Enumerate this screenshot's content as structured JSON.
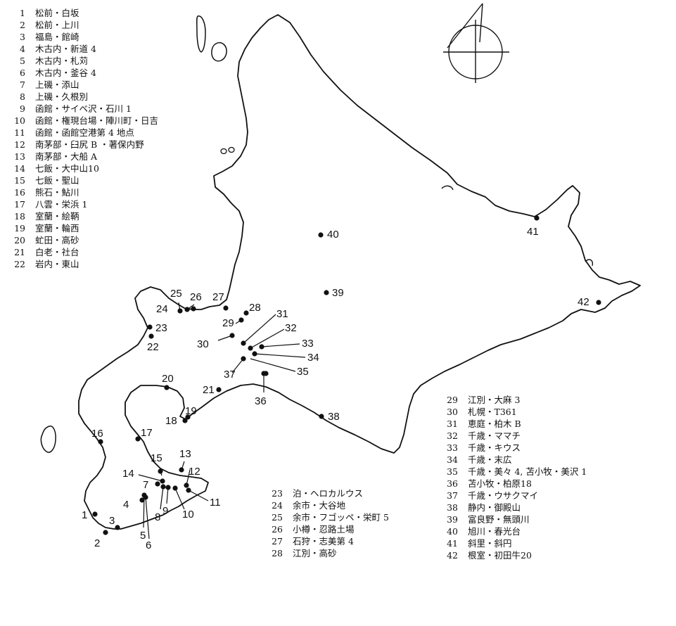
{
  "legend": {
    "column_a": [
      {
        "num": "1",
        "text": "松前・白坂"
      },
      {
        "num": "2",
        "text": "松前・上川"
      },
      {
        "num": "3",
        "text": "福島・館崎"
      },
      {
        "num": "4",
        "text": "木古内・新道 4"
      },
      {
        "num": "5",
        "text": "木古内・札苅"
      },
      {
        "num": "6",
        "text": "木古内・釜谷 4"
      },
      {
        "num": "7",
        "text": "上磯・添山"
      },
      {
        "num": "8",
        "text": "上磯・久根別"
      },
      {
        "num": "9",
        "text": "函館・サイベ沢・石川 1"
      },
      {
        "num": "10",
        "text": "函館・権現台場・陣川町・日吉"
      },
      {
        "num": "11",
        "text": "函館・函館空港第 4 地点"
      },
      {
        "num": "12",
        "text": "南茅部・臼尻 B ・著保内野"
      },
      {
        "num": "13",
        "text": "南茅部・大船 A"
      },
      {
        "num": "14",
        "text": "七飯・大中山10"
      },
      {
        "num": "15",
        "text": "七飯・聖山"
      },
      {
        "num": "16",
        "text": "熊石・鮎川"
      },
      {
        "num": "17",
        "text": "八雲・栄浜 1"
      },
      {
        "num": "18",
        "text": "室蘭・絵鞆"
      },
      {
        "num": "19",
        "text": "室蘭・輪西"
      },
      {
        "num": "20",
        "text": "虻田・高砂"
      },
      {
        "num": "21",
        "text": "白老・社台"
      },
      {
        "num": "22",
        "text": "岩内・東山"
      }
    ],
    "column_b": [
      {
        "num": "23",
        "text": "泊・ヘロカルウス"
      },
      {
        "num": "24",
        "text": "余市・大谷地"
      },
      {
        "num": "25",
        "text": "余市・フゴッペ・栄町 5"
      },
      {
        "num": "26",
        "text": "小樽・忍路土場"
      },
      {
        "num": "27",
        "text": "石狩・志美第 4"
      },
      {
        "num": "28",
        "text": "江別・高砂"
      }
    ],
    "column_c": [
      {
        "num": "29",
        "text": "江別・大麻 3"
      },
      {
        "num": "30",
        "text": "札幌・T361"
      },
      {
        "num": "31",
        "text": "恵庭・柏木 B"
      },
      {
        "num": "32",
        "text": "千歳・ママチ"
      },
      {
        "num": "33",
        "text": "千歳・キウス"
      },
      {
        "num": "34",
        "text": "千歳・末広"
      },
      {
        "num": "35",
        "text": "千歳・美々 4, 苫小牧・美沢 1"
      },
      {
        "num": "36",
        "text": "苫小牧・柏原18"
      },
      {
        "num": "37",
        "text": "千歳・ウサクマイ"
      },
      {
        "num": "38",
        "text": "静内・御殿山"
      },
      {
        "num": "39",
        "text": "富良野・無頭川"
      },
      {
        "num": "40",
        "text": "旭川・春光台"
      },
      {
        "num": "41",
        "text": "斜里・斜円"
      },
      {
        "num": "42",
        "text": "根室・初田牛20"
      }
    ]
  },
  "map": {
    "site_labels": [
      "1",
      "2",
      "3",
      "4",
      "5",
      "6",
      "7",
      "8",
      "9",
      "10",
      "11",
      "12",
      "13",
      "14",
      "15",
      "16",
      "17",
      "18",
      "19",
      "20",
      "21",
      "22",
      "23",
      "24",
      "25",
      "26",
      "27",
      "28",
      "29",
      "30",
      "31",
      "32",
      "33",
      "34",
      "35",
      "36",
      "37",
      "38",
      "39",
      "40",
      "41",
      "42"
    ]
  }
}
